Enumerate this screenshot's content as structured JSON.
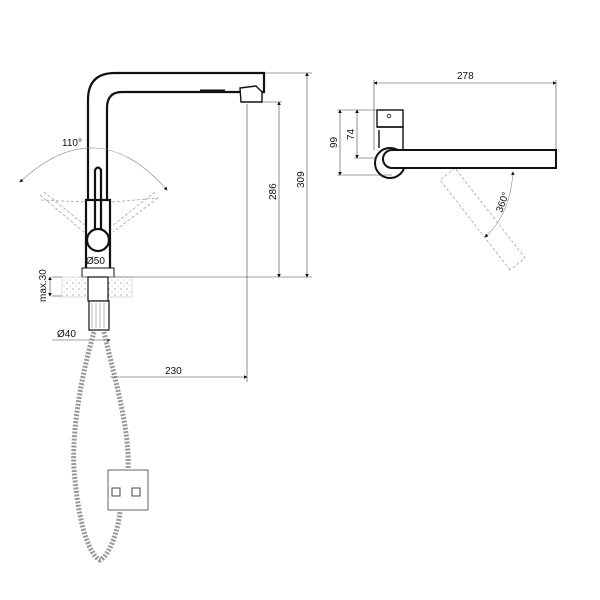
{
  "side_view": {
    "lever_angle": "110°",
    "body_diameter": "Ø50",
    "counter_thickness": "max.30",
    "shank_diameter": "Ø40",
    "spout_height": "286",
    "total_height": "309",
    "spout_reach": "230"
  },
  "top_view": {
    "total_length": "278",
    "depth": "99",
    "body_depth": "74",
    "rotation": "360°"
  }
}
